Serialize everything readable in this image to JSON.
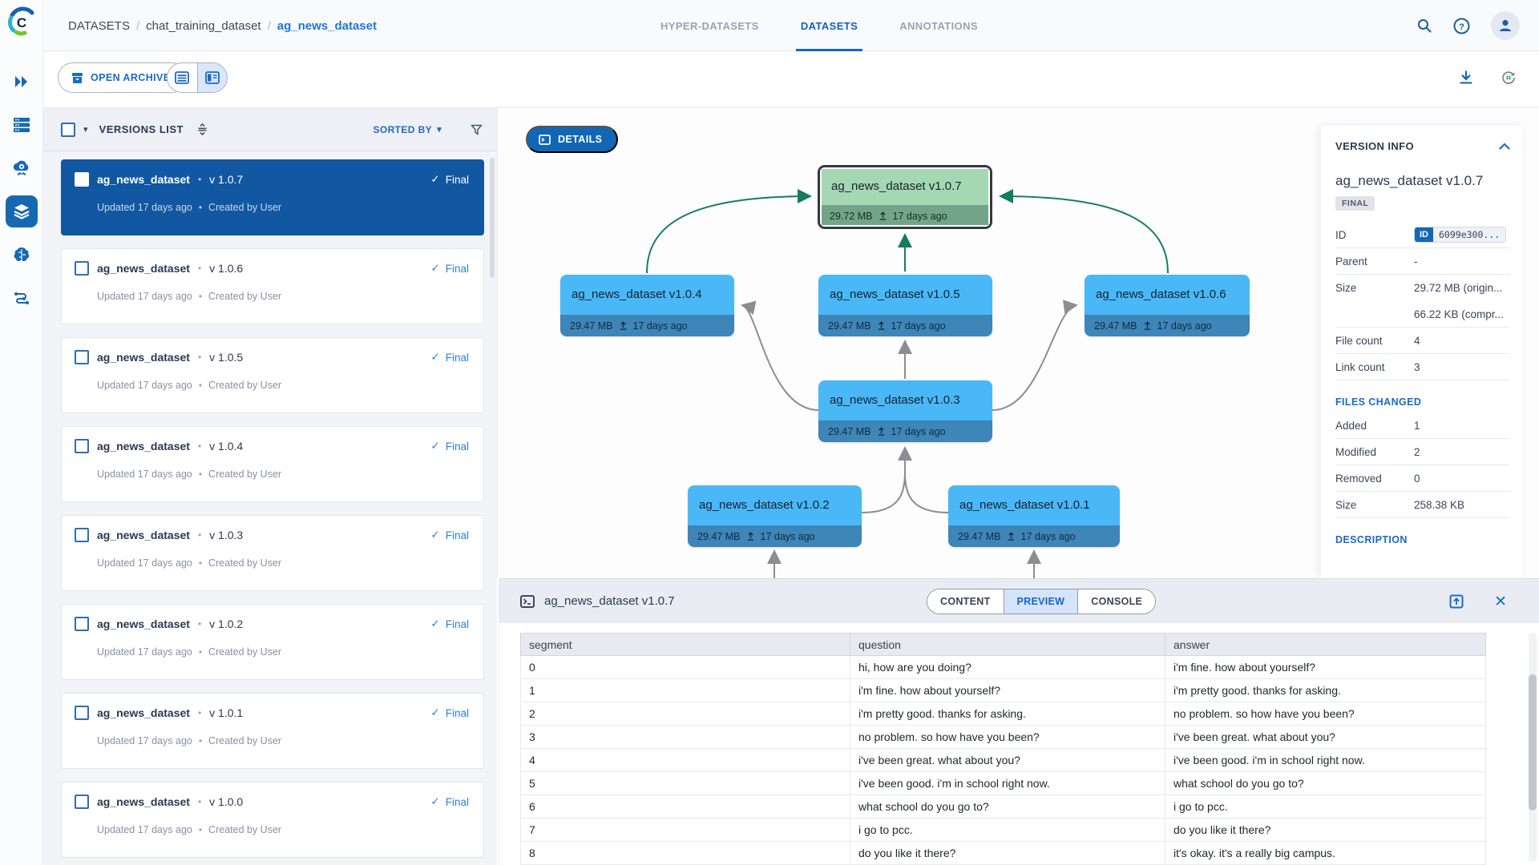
{
  "sidebar": {
    "icons": [
      "expand-sidebar",
      "projects",
      "hyper-datasets",
      "datasets",
      "models",
      "pipelines"
    ],
    "active_icon": "datasets"
  },
  "header": {
    "breadcrumb": {
      "root": "DATASETS",
      "project": "chat_training_dataset",
      "current": "ag_news_dataset",
      "separator": "/"
    },
    "tabs": [
      {
        "label": "HYPER-DATASETS",
        "active": false
      },
      {
        "label": "DATASETS",
        "active": true
      },
      {
        "label": "ANNOTATIONS",
        "active": false
      }
    ]
  },
  "toolbar": {
    "open_archive": "OPEN ARCHIVE"
  },
  "versions_panel": {
    "title": "VERSIONS LIST",
    "sorted_by": "SORTED BY",
    "items": [
      {
        "name": "ag_news_dataset",
        "version": "v 1.0.7",
        "status": "Final",
        "updated": "Updated 17 days ago",
        "created": "Created by User",
        "selected": true
      },
      {
        "name": "ag_news_dataset",
        "version": "v 1.0.6",
        "status": "Final",
        "updated": "Updated 17 days ago",
        "created": "Created by User",
        "selected": false
      },
      {
        "name": "ag_news_dataset",
        "version": "v 1.0.5",
        "status": "Final",
        "updated": "Updated 17 days ago",
        "created": "Created by User",
        "selected": false
      },
      {
        "name": "ag_news_dataset",
        "version": "v 1.0.4",
        "status": "Final",
        "updated": "Updated 17 days ago",
        "created": "Created by User",
        "selected": false
      },
      {
        "name": "ag_news_dataset",
        "version": "v 1.0.3",
        "status": "Final",
        "updated": "Updated 17 days ago",
        "created": "Created by User",
        "selected": false
      },
      {
        "name": "ag_news_dataset",
        "version": "v 1.0.2",
        "status": "Final",
        "updated": "Updated 17 days ago",
        "created": "Created by User",
        "selected": false
      },
      {
        "name": "ag_news_dataset",
        "version": "v 1.0.1",
        "status": "Final",
        "updated": "Updated 17 days ago",
        "created": "Created by User",
        "selected": false
      },
      {
        "name": "ag_news_dataset",
        "version": "v 1.0.0",
        "status": "Final",
        "updated": "Updated 17 days ago",
        "created": "Created by User",
        "selected": false
      }
    ]
  },
  "graph": {
    "details_button": "DETAILS",
    "nodes": [
      {
        "title": "ag_news_dataset v1.0.7",
        "size": "29.72 MB",
        "age": "17 days ago",
        "highlight": "selected-green"
      },
      {
        "title": "ag_news_dataset v1.0.4",
        "size": "29.47 MB",
        "age": "17 days ago",
        "highlight": "blue"
      },
      {
        "title": "ag_news_dataset v1.0.5",
        "size": "29.47 MB",
        "age": "17 days ago",
        "highlight": "blue"
      },
      {
        "title": "ag_news_dataset v1.0.6",
        "size": "29.47 MB",
        "age": "17 days ago",
        "highlight": "blue"
      },
      {
        "title": "ag_news_dataset v1.0.3",
        "size": "29.47 MB",
        "age": "17 days ago",
        "highlight": "blue"
      },
      {
        "title": "ag_news_dataset v1.0.2",
        "size": "29.47 MB",
        "age": "17 days ago",
        "highlight": "blue"
      },
      {
        "title": "ag_news_dataset v1.0.1",
        "size": "29.47 MB",
        "age": "17 days ago",
        "highlight": "blue"
      }
    ],
    "edge_colors": {
      "to_selected": "#157c63",
      "default": "#8c8c92"
    }
  },
  "version_info": {
    "header": "VERSION INFO",
    "name": "ag_news_dataset v1.0.7",
    "badge": "FINAL",
    "fields": [
      {
        "label": "ID",
        "value": "6099e300..."
      },
      {
        "label": "Parent",
        "value": "-"
      },
      {
        "label": "Size",
        "value": "29.72 MB (origin...",
        "value2": "66.22 KB (compr..."
      },
      {
        "label": "File count",
        "value": "4"
      },
      {
        "label": "Link count",
        "value": "3"
      }
    ],
    "files_changed": {
      "header": "FILES CHANGED",
      "fields": [
        {
          "label": "Added",
          "value": "1"
        },
        {
          "label": "Modified",
          "value": "2"
        },
        {
          "label": "Removed",
          "value": "0"
        },
        {
          "label": "Size",
          "value": "258.38 KB"
        }
      ]
    },
    "description_header": "DESCRIPTION"
  },
  "preview_panel": {
    "title": "ag_news_dataset v1.0.7",
    "tabs": [
      {
        "label": "CONTENT",
        "active": false
      },
      {
        "label": "PREVIEW",
        "active": true
      },
      {
        "label": "CONSOLE",
        "active": false
      }
    ],
    "table": {
      "columns": [
        "segment",
        "question",
        "answer"
      ],
      "rows": [
        [
          "0",
          "hi, how are you doing?",
          "i'm fine. how about yourself?"
        ],
        [
          "1",
          "i'm fine. how about yourself?",
          "i'm pretty good. thanks for asking."
        ],
        [
          "2",
          "i'm pretty good. thanks for asking.",
          "no problem. so how have you been?"
        ],
        [
          "3",
          "no problem. so how have you been?",
          "i've been great. what about you?"
        ],
        [
          "4",
          "i've been great. what about you?",
          "i've been good. i'm in school right now."
        ],
        [
          "5",
          "i've been good. i'm in school right now.",
          "what school do you go to?"
        ],
        [
          "6",
          "what school do you go to?",
          "i go to pcc."
        ],
        [
          "7",
          "i go to pcc.",
          "do you like it there?"
        ],
        [
          "8",
          "do you like it there?",
          "it's okay. it's a really big campus."
        ]
      ]
    }
  }
}
